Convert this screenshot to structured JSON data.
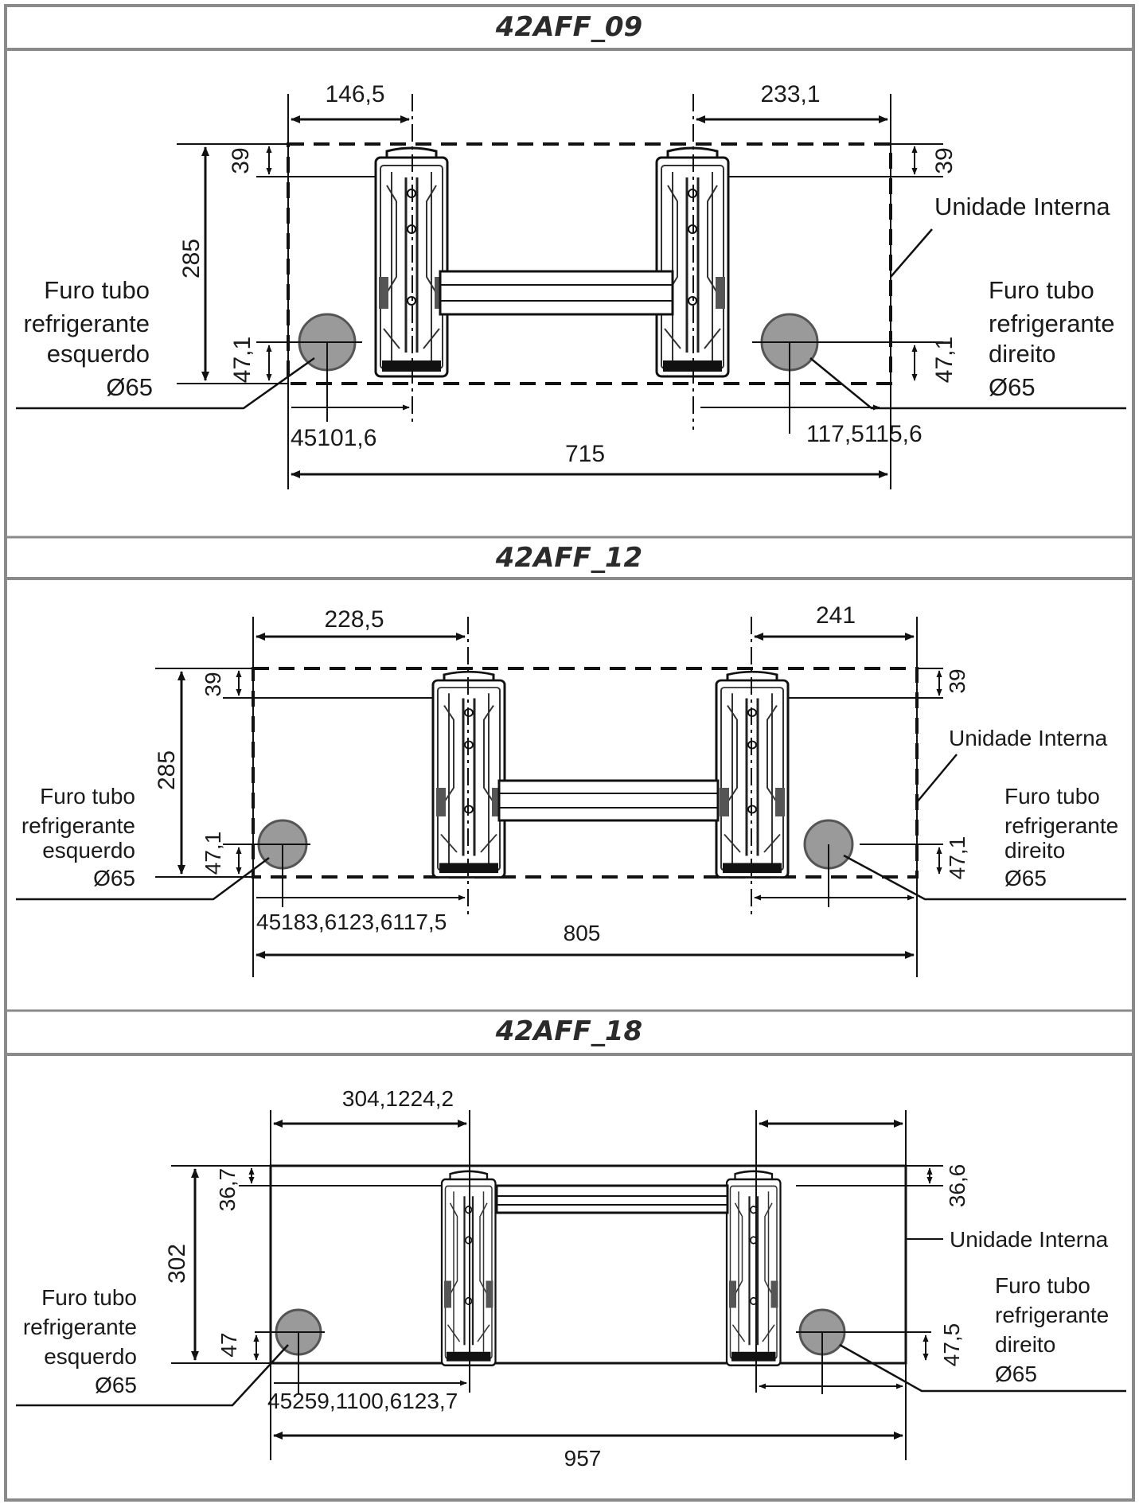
{
  "colors": {
    "frame": "#8a8a8a",
    "line": "#111111",
    "hole_fill": "#9a9a9a",
    "bracket": "#555555"
  },
  "sections": [
    {
      "title": "42AFF_09",
      "dims": {
        "top_left": "146,5",
        "top_right": "233,1",
        "height": "285",
        "top_offset_left": "39",
        "top_offset_right": "39",
        "bottom_offset_left": "47,1",
        "bottom_offset_right": "47,1",
        "bottom_left": "45101,6",
        "bottom_right": "117,5115,6",
        "width": "715"
      },
      "unit_label": "Unidade Interna",
      "left_hole": [
        "Furo tubo",
        "refrigerante",
        "esquerdo",
        "Ø65"
      ],
      "right_hole": [
        "Furo tubo",
        "refrigerante",
        "direito",
        "Ø65"
      ]
    },
    {
      "title": "42AFF_12",
      "dims": {
        "top_left": "228,5",
        "top_right": "241",
        "height": "285",
        "top_offset_left": "39",
        "top_offset_right": "39",
        "bottom_offset_left": "47,1",
        "bottom_offset_right": "47,1",
        "bottom_left": "45183,6123,6117,5",
        "width": "805"
      },
      "unit_label": "Unidade Interna",
      "left_hole": [
        "Furo tubo",
        "refrigerante",
        "esquerdo",
        "Ø65"
      ],
      "right_hole": [
        "Furo tubo",
        "refrigerante",
        "direito",
        "Ø65"
      ]
    },
    {
      "title": "42AFF_18",
      "dims": {
        "top_left": "304,1224,2",
        "height": "302",
        "top_offset_left": "36,7",
        "top_offset_right": "36,6",
        "bottom_offset_left": "47",
        "bottom_offset_right": "47,5",
        "bottom_left": "45259,1100,6123,7",
        "width": "957"
      },
      "unit_label": "Unidade Interna",
      "left_hole": [
        "Furo tubo",
        "refrigerante",
        "esquerdo",
        "Ø65"
      ],
      "right_hole": [
        "Furo tubo",
        "refrigerante",
        "direito",
        "Ø65"
      ]
    }
  ]
}
